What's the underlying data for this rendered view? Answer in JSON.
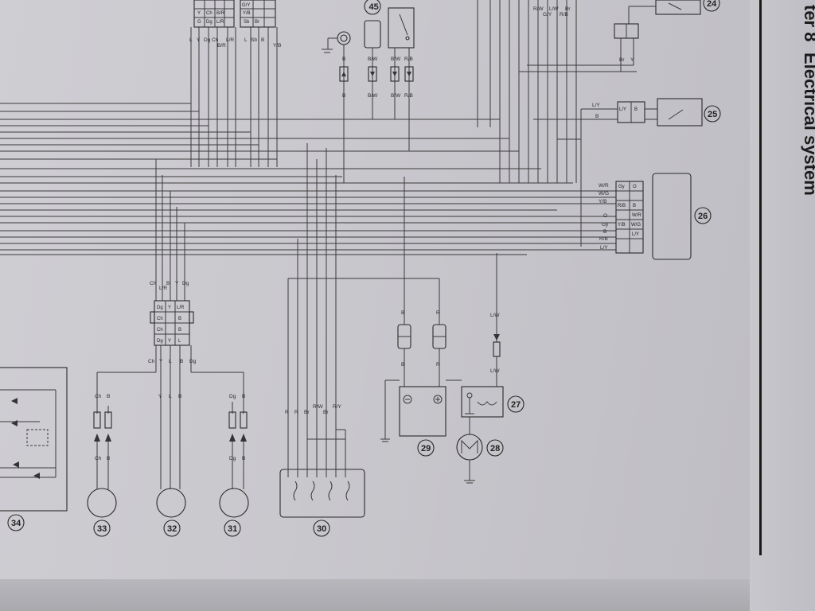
{
  "header": {
    "chapter": "ter 8",
    "title": "Electrical system"
  },
  "components": [
    {
      "id": "c24",
      "number": "24"
    },
    {
      "id": "c25",
      "number": "25"
    },
    {
      "id": "c26",
      "number": "26"
    },
    {
      "id": "c27",
      "number": "27"
    },
    {
      "id": "c28",
      "number": "28"
    },
    {
      "id": "c29",
      "number": "29"
    },
    {
      "id": "c30",
      "number": "30"
    },
    {
      "id": "c31",
      "number": "31"
    },
    {
      "id": "c32",
      "number": "32"
    },
    {
      "id": "c33",
      "number": "33"
    },
    {
      "id": "c34",
      "number": "34"
    },
    {
      "id": "c45",
      "number": "45"
    }
  ],
  "wire_codes": {
    "top_connector_a": [
      "Y",
      "Ch",
      "B/R",
      "G",
      "Dg",
      "L/R"
    ],
    "top_connector_a_below": [
      "L",
      "Y",
      "Dg",
      "Ch",
      "L/R",
      "B/R"
    ],
    "top_connector_b": [
      "G/Y",
      "Y/B",
      "Sb",
      "Br"
    ],
    "top_connector_b_below": [
      "L",
      "Sb",
      "B",
      "Y/B"
    ],
    "top_right_cols": [
      "R/W",
      "L/W",
      "Br",
      "G/Y",
      "R/B"
    ],
    "c24_conn": [
      "Br",
      "Y"
    ],
    "c45": [
      "B",
      "B/W",
      "B/W",
      "R/B",
      "B",
      "B/W",
      "B/W",
      "R/B"
    ],
    "c25_left": [
      "L/Y",
      "B"
    ],
    "c25_conn": [
      "L/Y",
      "B"
    ],
    "c26_left": [
      "W/R",
      "W/G",
      "Y/B",
      "O",
      "Gy",
      "B",
      "R/B",
      "L/Y"
    ],
    "c26_conn_top": [
      "Gy",
      "O",
      "R/B",
      "B"
    ],
    "c26_conn_bot": [
      "W/R",
      "Y/B",
      "W/G",
      "L/Y"
    ],
    "mid_conn_top": [
      "Ch",
      "L/R",
      "B",
      "Y",
      "Dg"
    ],
    "mid_conn_cells": [
      "Dg",
      "Y",
      "L/R",
      "Ch",
      "B",
      "Ch",
      "B",
      "Dg",
      "Y",
      "L"
    ],
    "mid_conn_bottom": [
      "Ch",
      "Y",
      "L",
      "B",
      "Dg"
    ],
    "c33_wires": [
      "Ch",
      "B",
      "Ch",
      "B"
    ],
    "c32_wires": [
      "Y",
      "L",
      "B"
    ],
    "c31_wires": [
      "Dg",
      "B",
      "Dg",
      "B"
    ],
    "c30_wires": [
      "R",
      "R",
      "Br",
      "R/W",
      "Br",
      "R/Y"
    ],
    "c29_fuses": [
      "B",
      "R",
      "B",
      "R"
    ],
    "c27_wires": [
      "L/W",
      "L/W"
    ]
  }
}
